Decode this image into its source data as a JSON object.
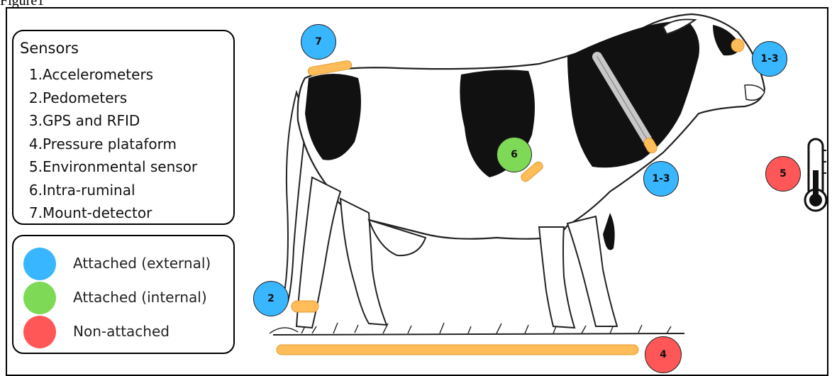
{
  "figure_caption": "Figure1",
  "sensors": {
    "title": "Sensors",
    "items": [
      {
        "num": "1.",
        "label": "Accelerometers"
      },
      {
        "num": "2.",
        "label": "Pedometers"
      },
      {
        "num": "3.",
        "label": "GPS and RFID"
      },
      {
        "num": "4.",
        "label": "Pressure plataform"
      },
      {
        "num": "5.",
        "label": "Environmental sensor"
      },
      {
        "num": "6.",
        "label": "Intra-ruminal"
      },
      {
        "num": "7.",
        "label": "Mount-detector"
      }
    ]
  },
  "legend": {
    "items": [
      {
        "label": "Attached (external)",
        "color": "#38b6ff"
      },
      {
        "label": "Attached (internal)",
        "color": "#7ed957"
      },
      {
        "label": "Non-attached",
        "color": "#ff5757"
      }
    ]
  },
  "badges": {
    "mount_detector": "7",
    "head": "1-3",
    "neck": "1-3",
    "thermometer": "5",
    "rumen": "6",
    "leg": "2",
    "platform": "4"
  },
  "colors": {
    "external": "#38b6ff",
    "internal": "#7ed957",
    "non_attached": "#ff5757",
    "sensor_orange": "#ffbd59",
    "collar_gray": "#c8c8c8"
  },
  "icons": [
    "cow-illustration",
    "thermometer-icon"
  ]
}
